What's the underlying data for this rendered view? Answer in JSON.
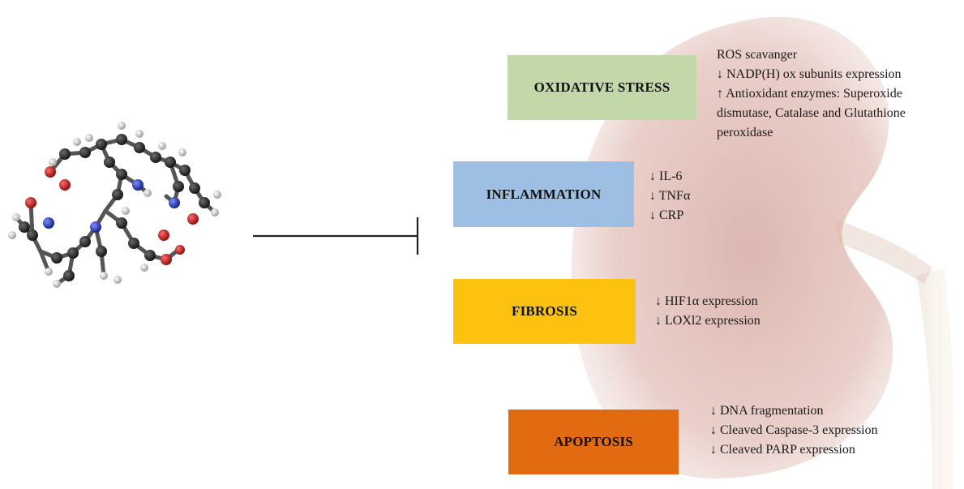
{
  "colors": {
    "oxidative_box": "#c3d8a8",
    "inflammation_box": "#9cbfe3",
    "fibrosis_box": "#fcc20f",
    "apoptosis_box": "#e26b12",
    "kidney_background": "#c98a80",
    "atom_carbon": "#2a2a2a",
    "atom_hydrogen": "#e6e6e6",
    "atom_oxygen": "#c4161c",
    "atom_nitrogen": "#2a3fc4"
  },
  "molecule": {
    "icon": "molecule-3d-icon"
  },
  "inhibition": {
    "icon": "inhibition-arrow-icon"
  },
  "categories": {
    "oxidative_stress": {
      "label": "OXIDATIVE STRESS",
      "effects": [
        "ROS scavanger",
        "↓ NADP(H) ox  subunits expression",
        "↑ Antioxidant enzymes: Superoxide",
        "dismutase, Catalase and Glutathione",
        "peroxidase"
      ]
    },
    "inflammation": {
      "label": "INFLAMMATION",
      "effects": [
        "↓ IL-6",
        "↓ TNFα",
        "↓ CRP"
      ]
    },
    "fibrosis": {
      "label": "FIBROSIS",
      "effects": [
        "↓ HIF1α expression",
        "↓ LOXl2 expression"
      ]
    },
    "apoptosis": {
      "label": "APOPTOSIS",
      "effects": [
        "↓ DNA fragmentation",
        "↓ Cleaved Caspase-3 expression",
        "↓ Cleaved PARP expression"
      ]
    }
  }
}
